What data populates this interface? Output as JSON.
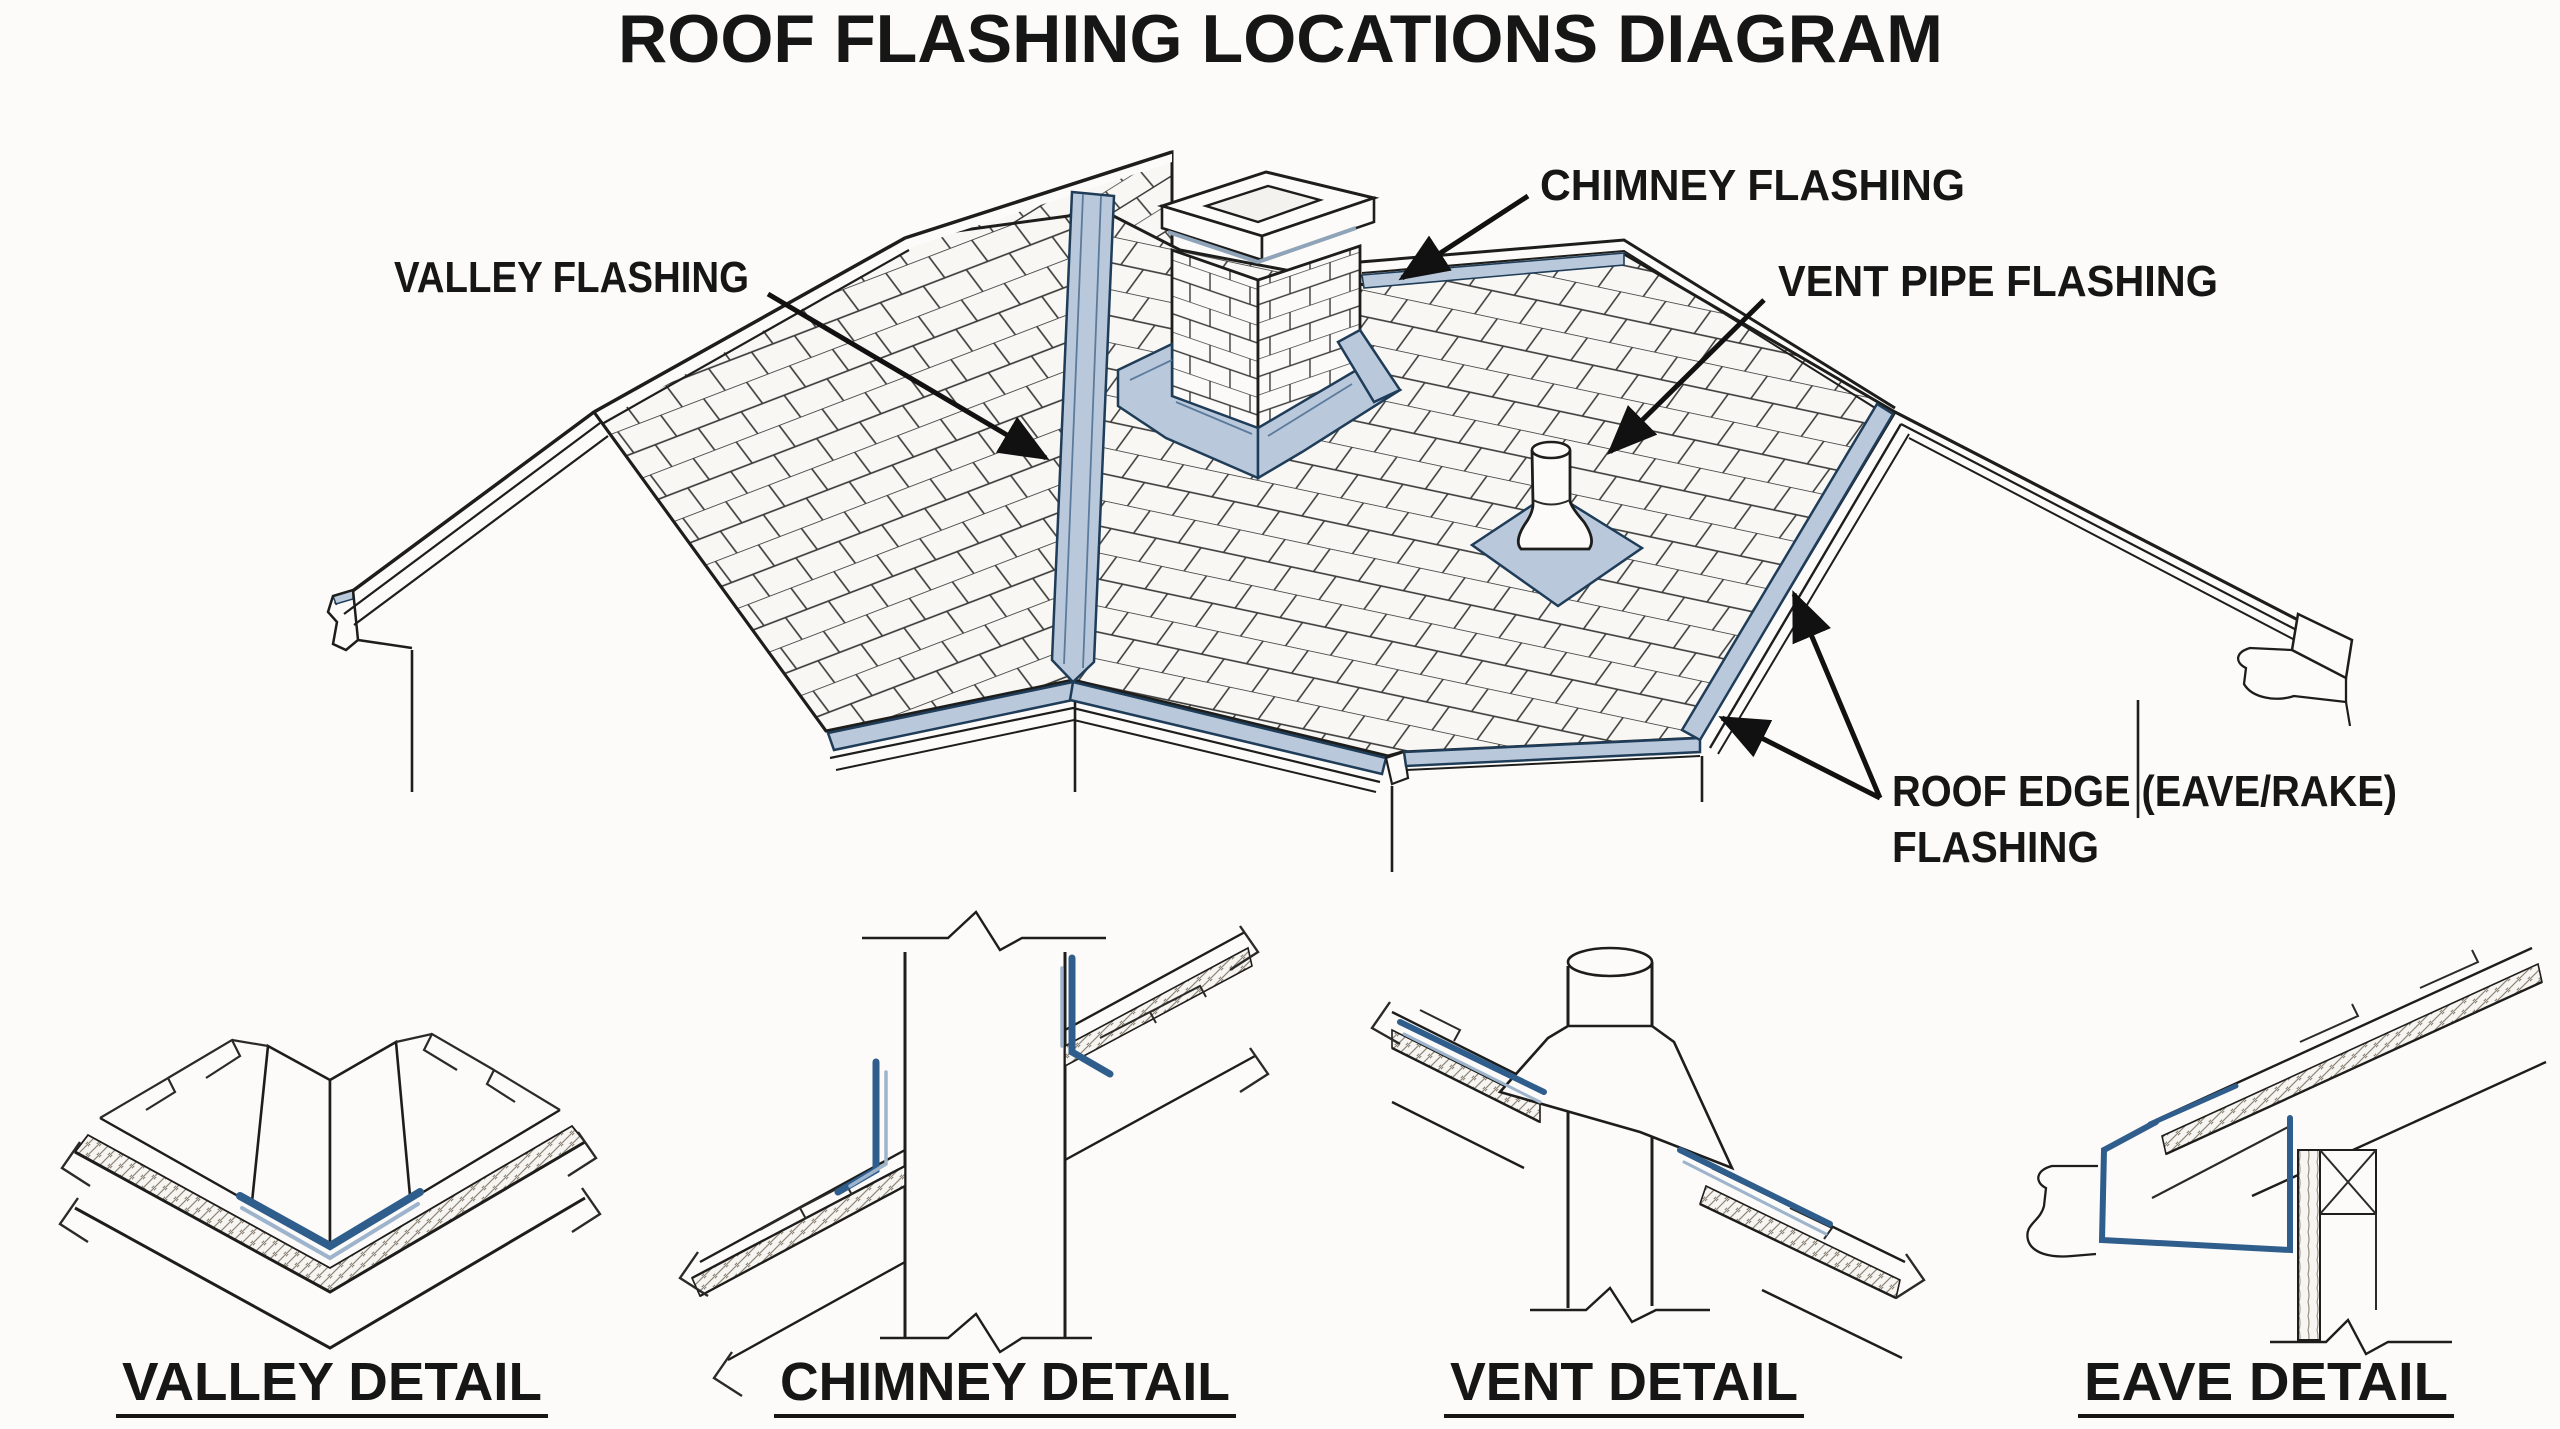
{
  "title": "ROOF FLASHING LOCATIONS DIAGRAM",
  "colors": {
    "flashing_fill": "#b9c9db",
    "flashing_outline": "#1f3c58",
    "line_art": "#1d1d1b",
    "background": "#fcfbf9"
  },
  "callouts": {
    "valley": {
      "label": "VALLEY FLASHING"
    },
    "chimney": {
      "label": "CHIMNEY FLASHING"
    },
    "vent": {
      "label": "VENT PIPE FLASHING"
    },
    "roof_edge": {
      "label_line1": "ROOF EDGE (EAVE/RAKE)",
      "label_line2": "FLASHING"
    }
  },
  "details": {
    "valley": {
      "label": "VALLEY DETAIL"
    },
    "chimney": {
      "label": "CHIMNEY DETAIL"
    },
    "vent": {
      "label": "VENT DETAIL"
    },
    "eave": {
      "label": "EAVE DETAIL"
    }
  }
}
